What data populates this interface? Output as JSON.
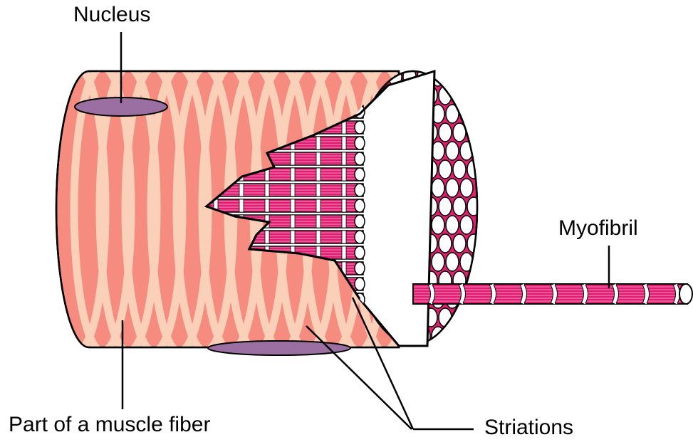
{
  "labels": {
    "nucleus": "Nucleus",
    "muscle_fiber": "Part of a muscle fiber",
    "myofibril": "Myofibril",
    "striations": "Striations"
  },
  "colors": {
    "fiber_body": "#f68b7f",
    "striation_band": "#fbd0b8",
    "nucleus_fill": "#9b6fa2",
    "myofibril_fill": "#e01f72",
    "myofibril_band": "#ffffff",
    "outline": "#000000"
  },
  "icons": {
    "nucleus": "purple-ellipse-nucleus",
    "myofibril_end": "white-circle-cross-section"
  }
}
